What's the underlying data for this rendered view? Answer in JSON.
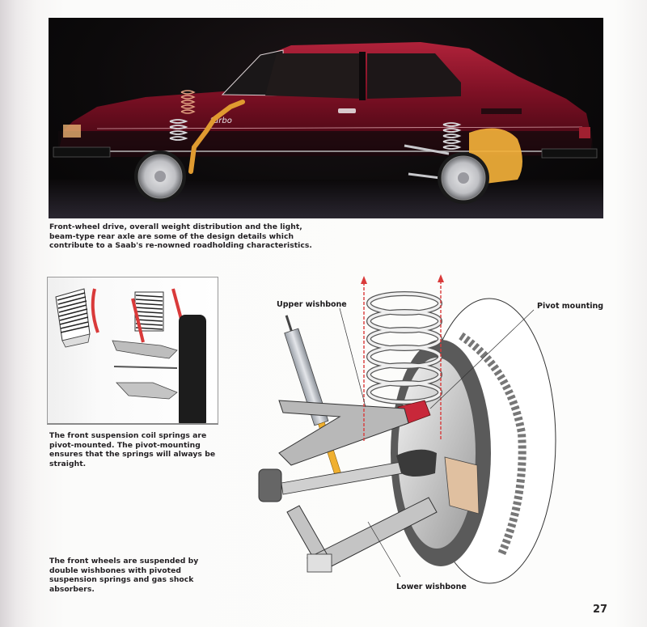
{
  "page": {
    "page_number": "27"
  },
  "photo": {
    "subject": "Saab 900 Turbo three-door, cutaway showing front and rear suspension",
    "badge_text": "turbo",
    "colors": {
      "body": "#7a0f1e",
      "background": "#0a0809",
      "highlight": "#e3a03a"
    }
  },
  "captions": {
    "photo": "Front-wheel drive, overall weight distribution and the light, beam-type rear axle are some of the design details which contribute to a Saab's re-nowned roadholding characteristics.",
    "pivot_springs": "The front suspension coil springs are pivot-mounted. The pivot-mounting ensures that the springs will always be straight.",
    "double_wishbones": "The front wheels are suspended by double wishbones with pivoted suspension springs and gas shock absorbers."
  },
  "diagram_labels": {
    "upper_wishbone": "Upper wishbone",
    "pivot_mounting": "Pivot mounting",
    "lower_wishbone": "Lower wishbone"
  },
  "colors": {
    "arrow_red": "#d93a3a",
    "pivot_red": "#c8283a",
    "shock_yellow": "#f0b030"
  }
}
